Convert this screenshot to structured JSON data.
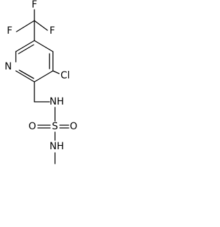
{
  "molecule": {
    "atoms": {
      "f_top": "F",
      "f_left": "F",
      "f_right": "F",
      "n_ring": "N",
      "cl": "Cl",
      "nh_top": "NH",
      "o_left": "O",
      "s": "S",
      "o_right": "O",
      "nh_bottom": "NH"
    },
    "colors": {
      "ink": "#000000",
      "background": "#ffffff"
    }
  }
}
